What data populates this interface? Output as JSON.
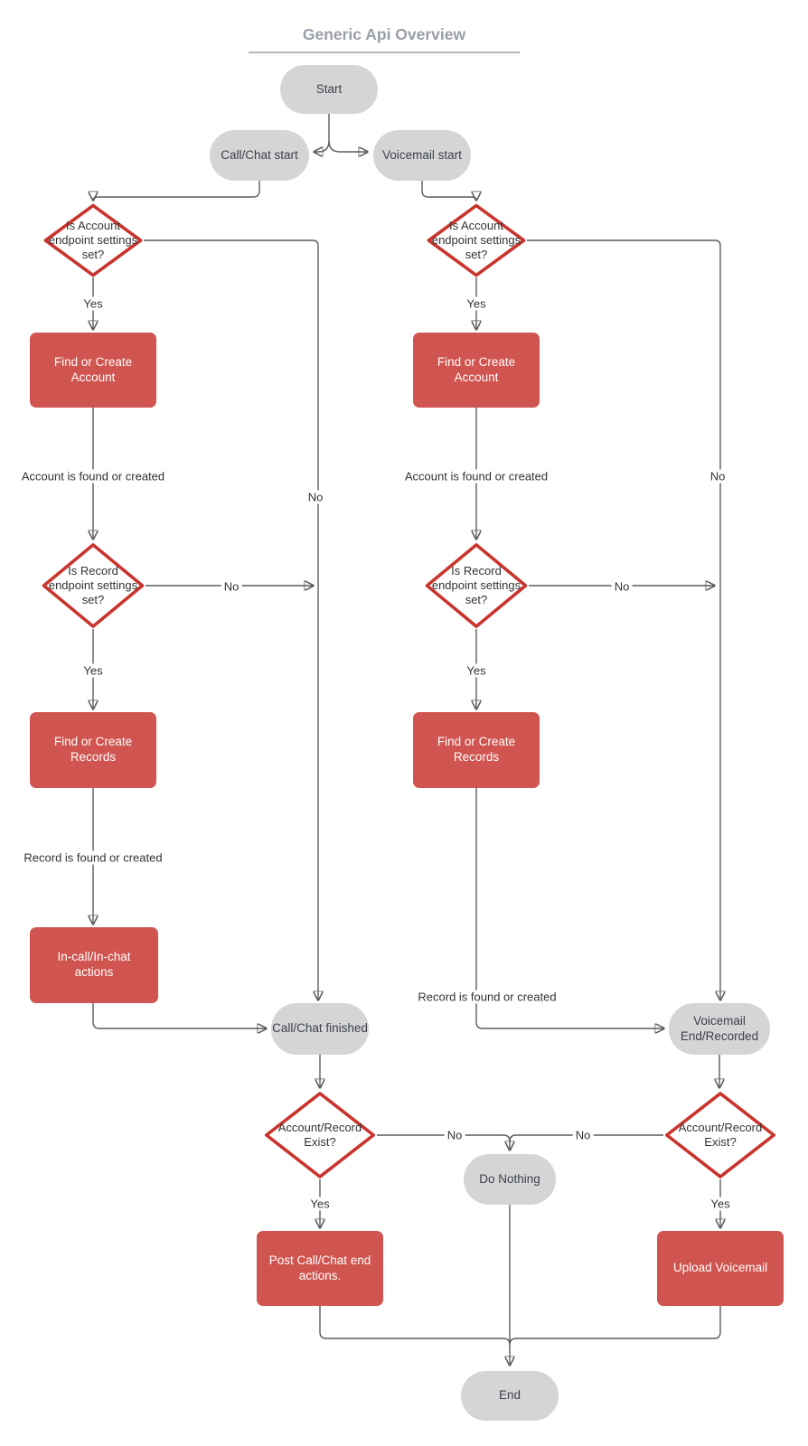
{
  "title": "Generic Api Overview",
  "colors": {
    "process_fill": "#d0544f",
    "decision_stroke": "#c9342d",
    "terminator_fill": "#d5d5d5",
    "title_color": "#9a9ea8",
    "edge_color": "#5c5c5c",
    "text_dark": "#3c414b"
  },
  "nodes": {
    "start": {
      "label": "Start"
    },
    "call_chat_start": {
      "label": "Call/Chat start"
    },
    "voicemail_start": {
      "label": "Voicemail start"
    },
    "is_account_set_left": {
      "label": "Is Account\nendpoint settings\nset?"
    },
    "is_account_set_right": {
      "label": "Is Account\nendpoint settings\nset?"
    },
    "find_account_left": {
      "label": "Find or Create Account"
    },
    "find_account_right": {
      "label": "Find or Create Account"
    },
    "is_record_set_left": {
      "label": "Is Record\nendpoint settings\nset?"
    },
    "is_record_set_right": {
      "label": "Is Record\nendpoint settings\nset?"
    },
    "find_records_left": {
      "label": "Find or Create Records"
    },
    "find_records_right": {
      "label": "Find or Create Records"
    },
    "in_call_actions": {
      "label": "In-call/In-chat actions"
    },
    "call_chat_finished": {
      "label": "Call/Chat finished"
    },
    "voicemail_end": {
      "label": "Voicemail\nEnd/Recorded"
    },
    "exist_left": {
      "label": "Account/Record\nExist?"
    },
    "exist_right": {
      "label": "Account/Record\nExist?"
    },
    "do_nothing": {
      "label": "Do Nothing"
    },
    "post_call_actions": {
      "label": "Post Call/Chat end\nactions."
    },
    "upload_voicemail": {
      "label": "Upload Voicemail"
    },
    "end": {
      "label": "End"
    }
  },
  "edge_labels": {
    "yes_account_left": "Yes",
    "yes_account_right": "Yes",
    "yes_record_left": "Yes",
    "yes_record_right": "Yes",
    "yes_exist_left": "Yes",
    "yes_exist_right": "Yes",
    "no_account_left": "No",
    "no_account_right": "No",
    "no_record_left": "No",
    "no_record_right": "No",
    "no_exist_left": "No",
    "no_exist_right": "No",
    "account_found_left": "Account is found or created",
    "account_found_right": "Account is found or created",
    "record_found_left": "Record is found or created",
    "record_found_right": "Record is found or created"
  }
}
